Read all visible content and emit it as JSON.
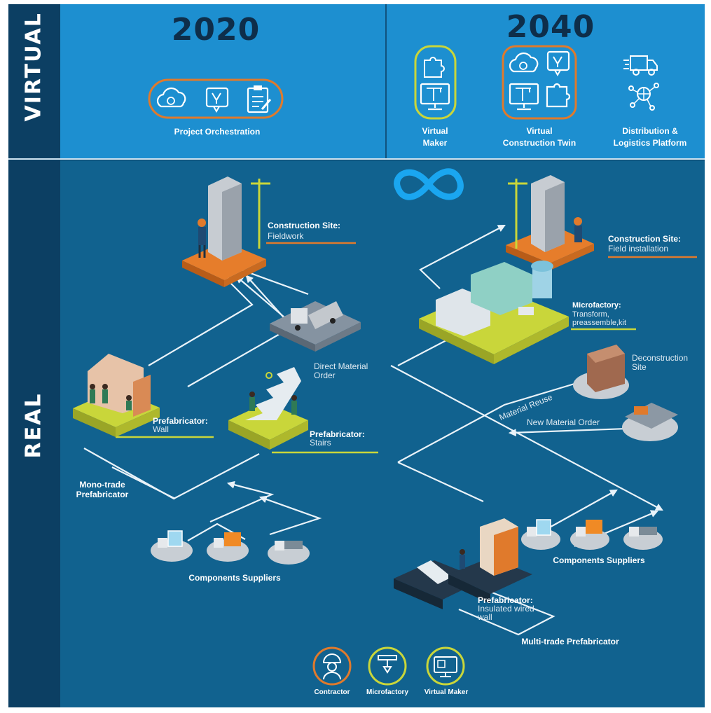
{
  "bands": {
    "virtual": "VIRTUAL",
    "real": "REAL"
  },
  "years": {
    "left": "2020",
    "right": "2040"
  },
  "virtual_labels": {
    "project_orchestration": "Project Orchestration",
    "virtual_maker": [
      "Virtual",
      "Maker"
    ],
    "virtual_twin": [
      "Virtual",
      "Construction Twin"
    ],
    "distribution": [
      "Distribution &",
      "Logistics Platform"
    ]
  },
  "left": {
    "site_title": "Construction Site:",
    "site_sub": "Fieldwork",
    "direct_order": [
      "Direct Material",
      "Order"
    ],
    "wall_title": "Prefabricator:",
    "wall_sub": "Wall",
    "stairs_title": "Prefabricator:",
    "stairs_sub": "Stairs",
    "mono_trade": [
      "Mono-trade",
      "Prefabricator"
    ],
    "suppliers": "Components Suppliers"
  },
  "right": {
    "site_title": "Construction Site:",
    "site_sub": "Field installation",
    "micro_title": "Microfactory:",
    "micro_sub": [
      "Transform,",
      "preassemble,kit"
    ],
    "decon": [
      "Deconstruction",
      "Site"
    ],
    "material_reuse": "Material Reuse",
    "new_order": "New Material Order",
    "suppliers": "Components Suppliers",
    "prefab_title": "Prefabricator:",
    "prefab_sub": [
      "Insulated wired",
      "wall"
    ],
    "multi_trade": "Multi-trade Prefabricator"
  },
  "legend": {
    "contractor": "Contractor",
    "microfactory": "Microfactory",
    "virtual_maker": "Virtual Maker"
  },
  "colors": {
    "virtual_bg": "#1d8fd0",
    "real_bg": "#11628f",
    "band_dark": "#0c3f63",
    "orange": "#e07a2c",
    "yellow": "#c9d63a",
    "line": "#eaf3f9"
  }
}
